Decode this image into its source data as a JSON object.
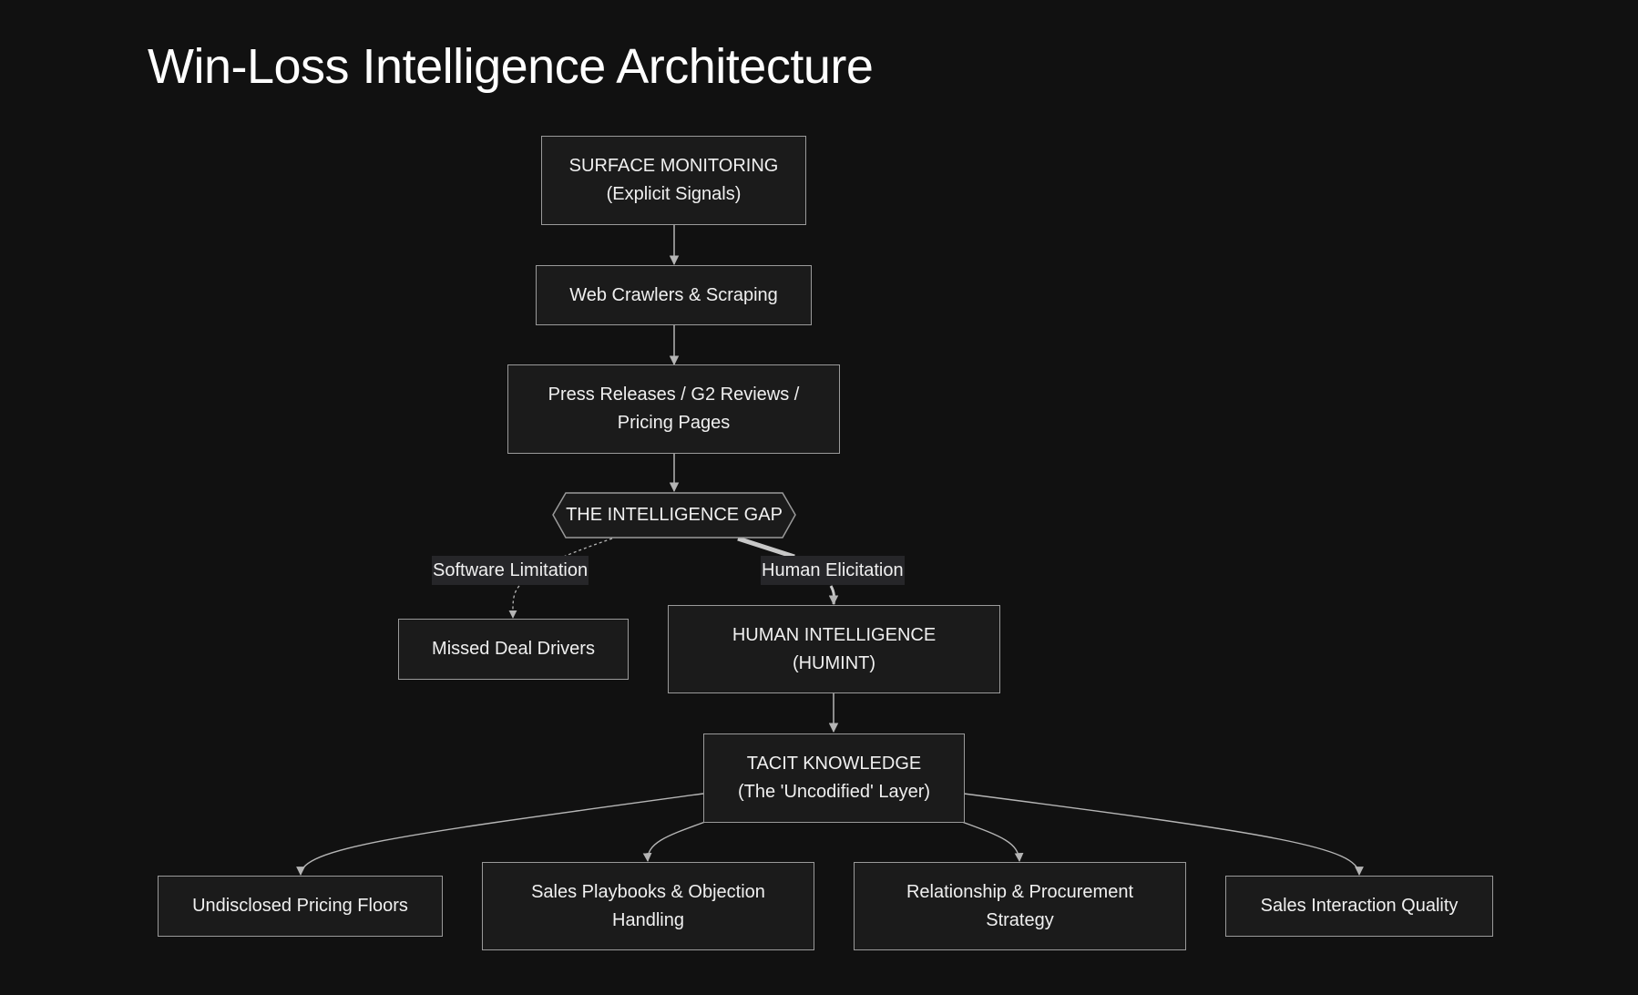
{
  "title": "Win-Loss Intelligence Architecture",
  "nodes": {
    "surface_monitoring": {
      "line1": "SURFACE MONITORING",
      "line2": "(Explicit Signals)"
    },
    "web_crawlers": {
      "line1": "Web Crawlers & Scraping"
    },
    "press_releases": {
      "line1": "Press Releases / G2 Reviews /",
      "line2": "Pricing Pages"
    },
    "intelligence_gap": {
      "line1": "THE INTELLIGENCE GAP"
    },
    "missed_deal_drivers": {
      "line1": "Missed Deal Drivers"
    },
    "human_intelligence": {
      "line1": "HUMAN INTELLIGENCE",
      "line2": "(HUMINT)"
    },
    "tacit_knowledge": {
      "line1": "TACIT KNOWLEDGE",
      "line2": "(The 'Uncodified' Layer)"
    },
    "undisclosed_pricing": {
      "line1": "Undisclosed Pricing Floors"
    },
    "sales_playbooks": {
      "line1": "Sales Playbooks & Objection",
      "line2": "Handling"
    },
    "relationship_procurement": {
      "line1": "Relationship & Procurement",
      "line2": "Strategy"
    },
    "sales_interaction": {
      "line1": "Sales Interaction Quality"
    }
  },
  "edge_labels": {
    "software_limitation": "Software Limitation",
    "human_elicitation": "Human Elicitation"
  },
  "colors": {
    "background": "#111111",
    "node_fill": "#1b1b1b",
    "node_border": "#9a9a9a",
    "edge": "#b5b5b5",
    "text": "#f0f0f0",
    "edge_label_bg": "#262629"
  }
}
